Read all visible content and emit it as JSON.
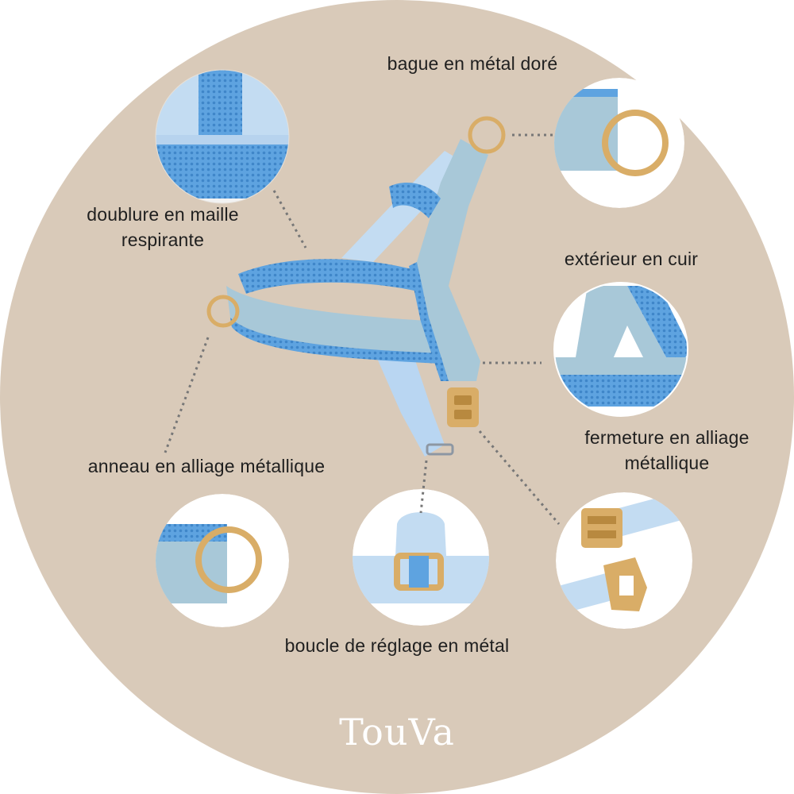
{
  "colors": {
    "background": "#d9cab9",
    "leather": "#a8c8d8",
    "mesh": "#5ea3e0",
    "light_strap": "#c3dcf2",
    "gold": "#d9ad67",
    "dots": "#777777",
    "text": "#1f1f1f",
    "brand_text": "#ffffff"
  },
  "labels": {
    "ring": "bague en métal doré",
    "mesh_line1": "doublure en maille",
    "mesh_line2": "respirante",
    "leather": "extérieur en cuir",
    "clasp_line1": "fermeture en alliage",
    "clasp_line2": "métallique",
    "d_ring": "anneau en alliage métallique",
    "adjust_buckle": "boucle de réglage en métal"
  },
  "brand": "TouVa",
  "icons": {
    "mesh_detail": "mesh-lining-detail-icon",
    "ring_detail": "gold-ring-detail-icon",
    "leather_detail": "leather-exterior-detail-icon",
    "d_ring_detail": "d-ring-detail-icon",
    "buckle_detail": "adjust-buckle-detail-icon",
    "clasp_detail": "metal-clasp-detail-icon",
    "harness": "dog-harness-icon"
  }
}
